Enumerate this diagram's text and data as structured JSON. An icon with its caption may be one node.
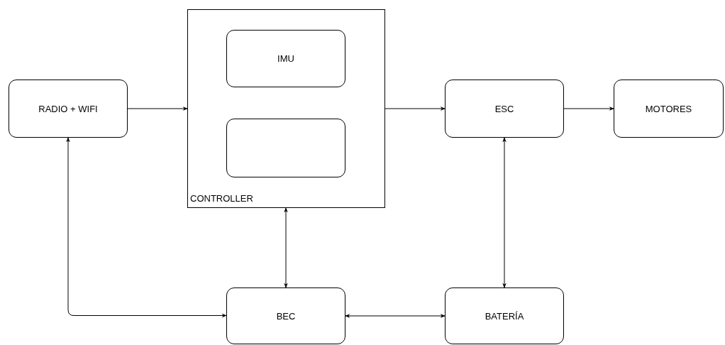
{
  "diagram": {
    "nodes": [
      {
        "text": [
          "RADIO + WIFI"
        ]
      },
      {
        "text": [
          "CONTROLLER"
        ]
      },
      {
        "text": [
          "IMU"
        ],
        "in": 1
      },
      {
        "text": [],
        "shape": "box",
        "in": 1
      },
      {
        "text": [
          "ESC"
        ]
      },
      {
        "text": [
          "MOTORES"
        ]
      },
      {
        "text": [
          "BEC"
        ]
      },
      {
        "text": [
          "BATERÍA"
        ]
      }
    ],
    "edges": [
      {
        "from": 0,
        "to": 1,
        "arrow": "to"
      },
      {
        "from": 1,
        "to": 4,
        "arrow": "to"
      },
      {
        "from": 4,
        "to": 5,
        "arrow": "to"
      },
      {
        "from": 1,
        "to": 6,
        "arrow": "both"
      },
      {
        "from": 4,
        "to": 7,
        "arrow": "both"
      },
      {
        "from": 6,
        "to": 7,
        "arrow": "both"
      },
      {
        "from": 0,
        "to": 6,
        "arrow": "both"
      }
    ]
  }
}
